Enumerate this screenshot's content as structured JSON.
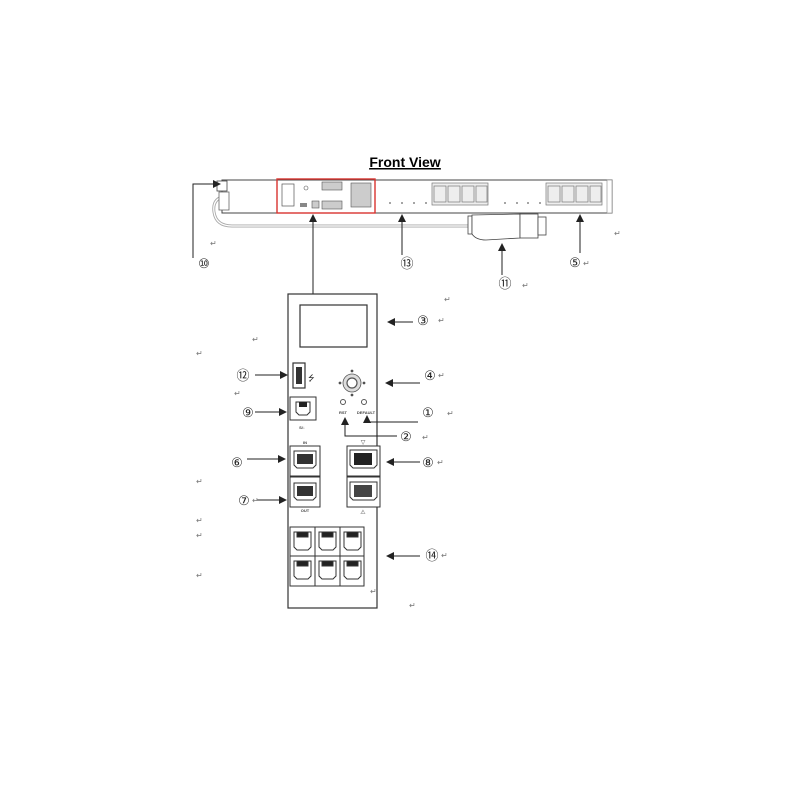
{
  "title": "Front View",
  "colors": {
    "highlight_box": "#d9332f",
    "line": "#222222"
  },
  "callouts": {
    "c1": "①",
    "c2": "②",
    "c3": "③",
    "c4": "④",
    "c5": "⑤",
    "c6": "⑥",
    "c7": "⑦",
    "c8": "⑧",
    "c9": "⑨",
    "c10": "⑩",
    "c11": "⑪",
    "c12": "⑫",
    "c13": "⑬",
    "c14": "⑭"
  },
  "panel_labels": {
    "rst": "RST",
    "default": "DEFAULT",
    "in": "IN",
    "out": "OUT",
    "serial": "S/↓"
  },
  "return_mark": "↵"
}
